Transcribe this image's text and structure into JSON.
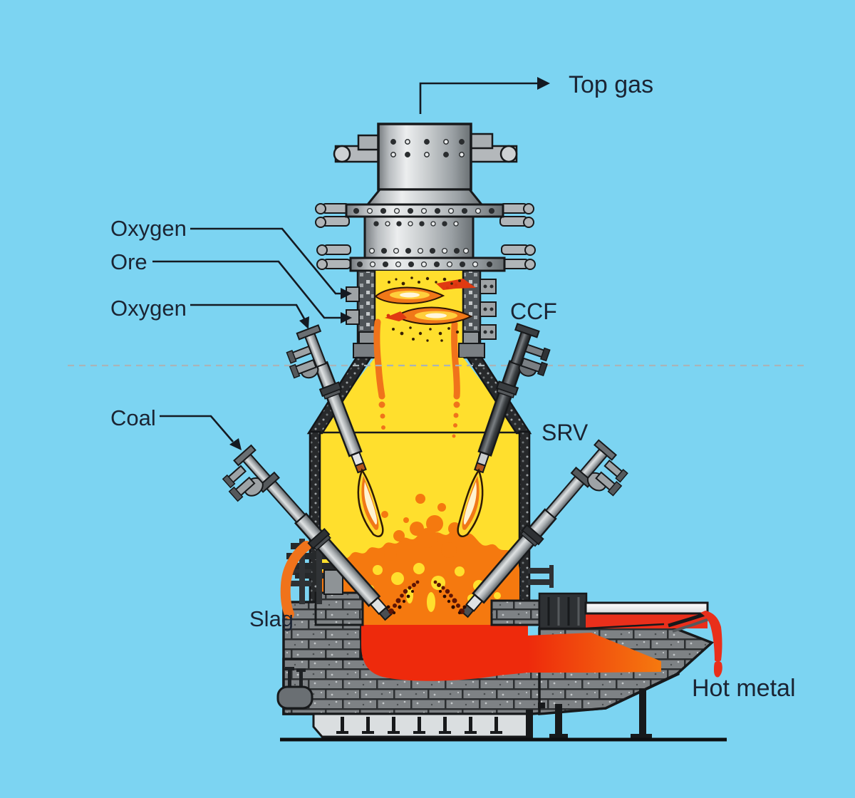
{
  "diagram": {
    "labels": {
      "top_gas": "Top gas",
      "oxygen_upper": "Oxygen",
      "ore": "Ore",
      "oxygen_mid": "Oxygen",
      "ccf": "CCF",
      "coal": "Coal",
      "srv": "SRV",
      "slag": "Slag",
      "hot_metal": "Hot metal"
    },
    "palette": {
      "background": "#7CD4F2",
      "vessel_yellow": "#FFDF2D",
      "melt_orange": "#F5790F",
      "melt_red": "#EE2A0C",
      "hot_metal_red": "#E92F1B",
      "slag_orange": "#F0731B",
      "flame_core": "#FFF3D0",
      "metal_light": "#D8DBDD",
      "metal_mid": "#A9AEB2",
      "metal_dark": "#6E7376",
      "wall_dark": "#27292B",
      "brick_gray": "#7E8285",
      "baseplate_gray": "#DADEE0",
      "label_text": "#1B2433",
      "leader_line": "#141A22"
    }
  }
}
